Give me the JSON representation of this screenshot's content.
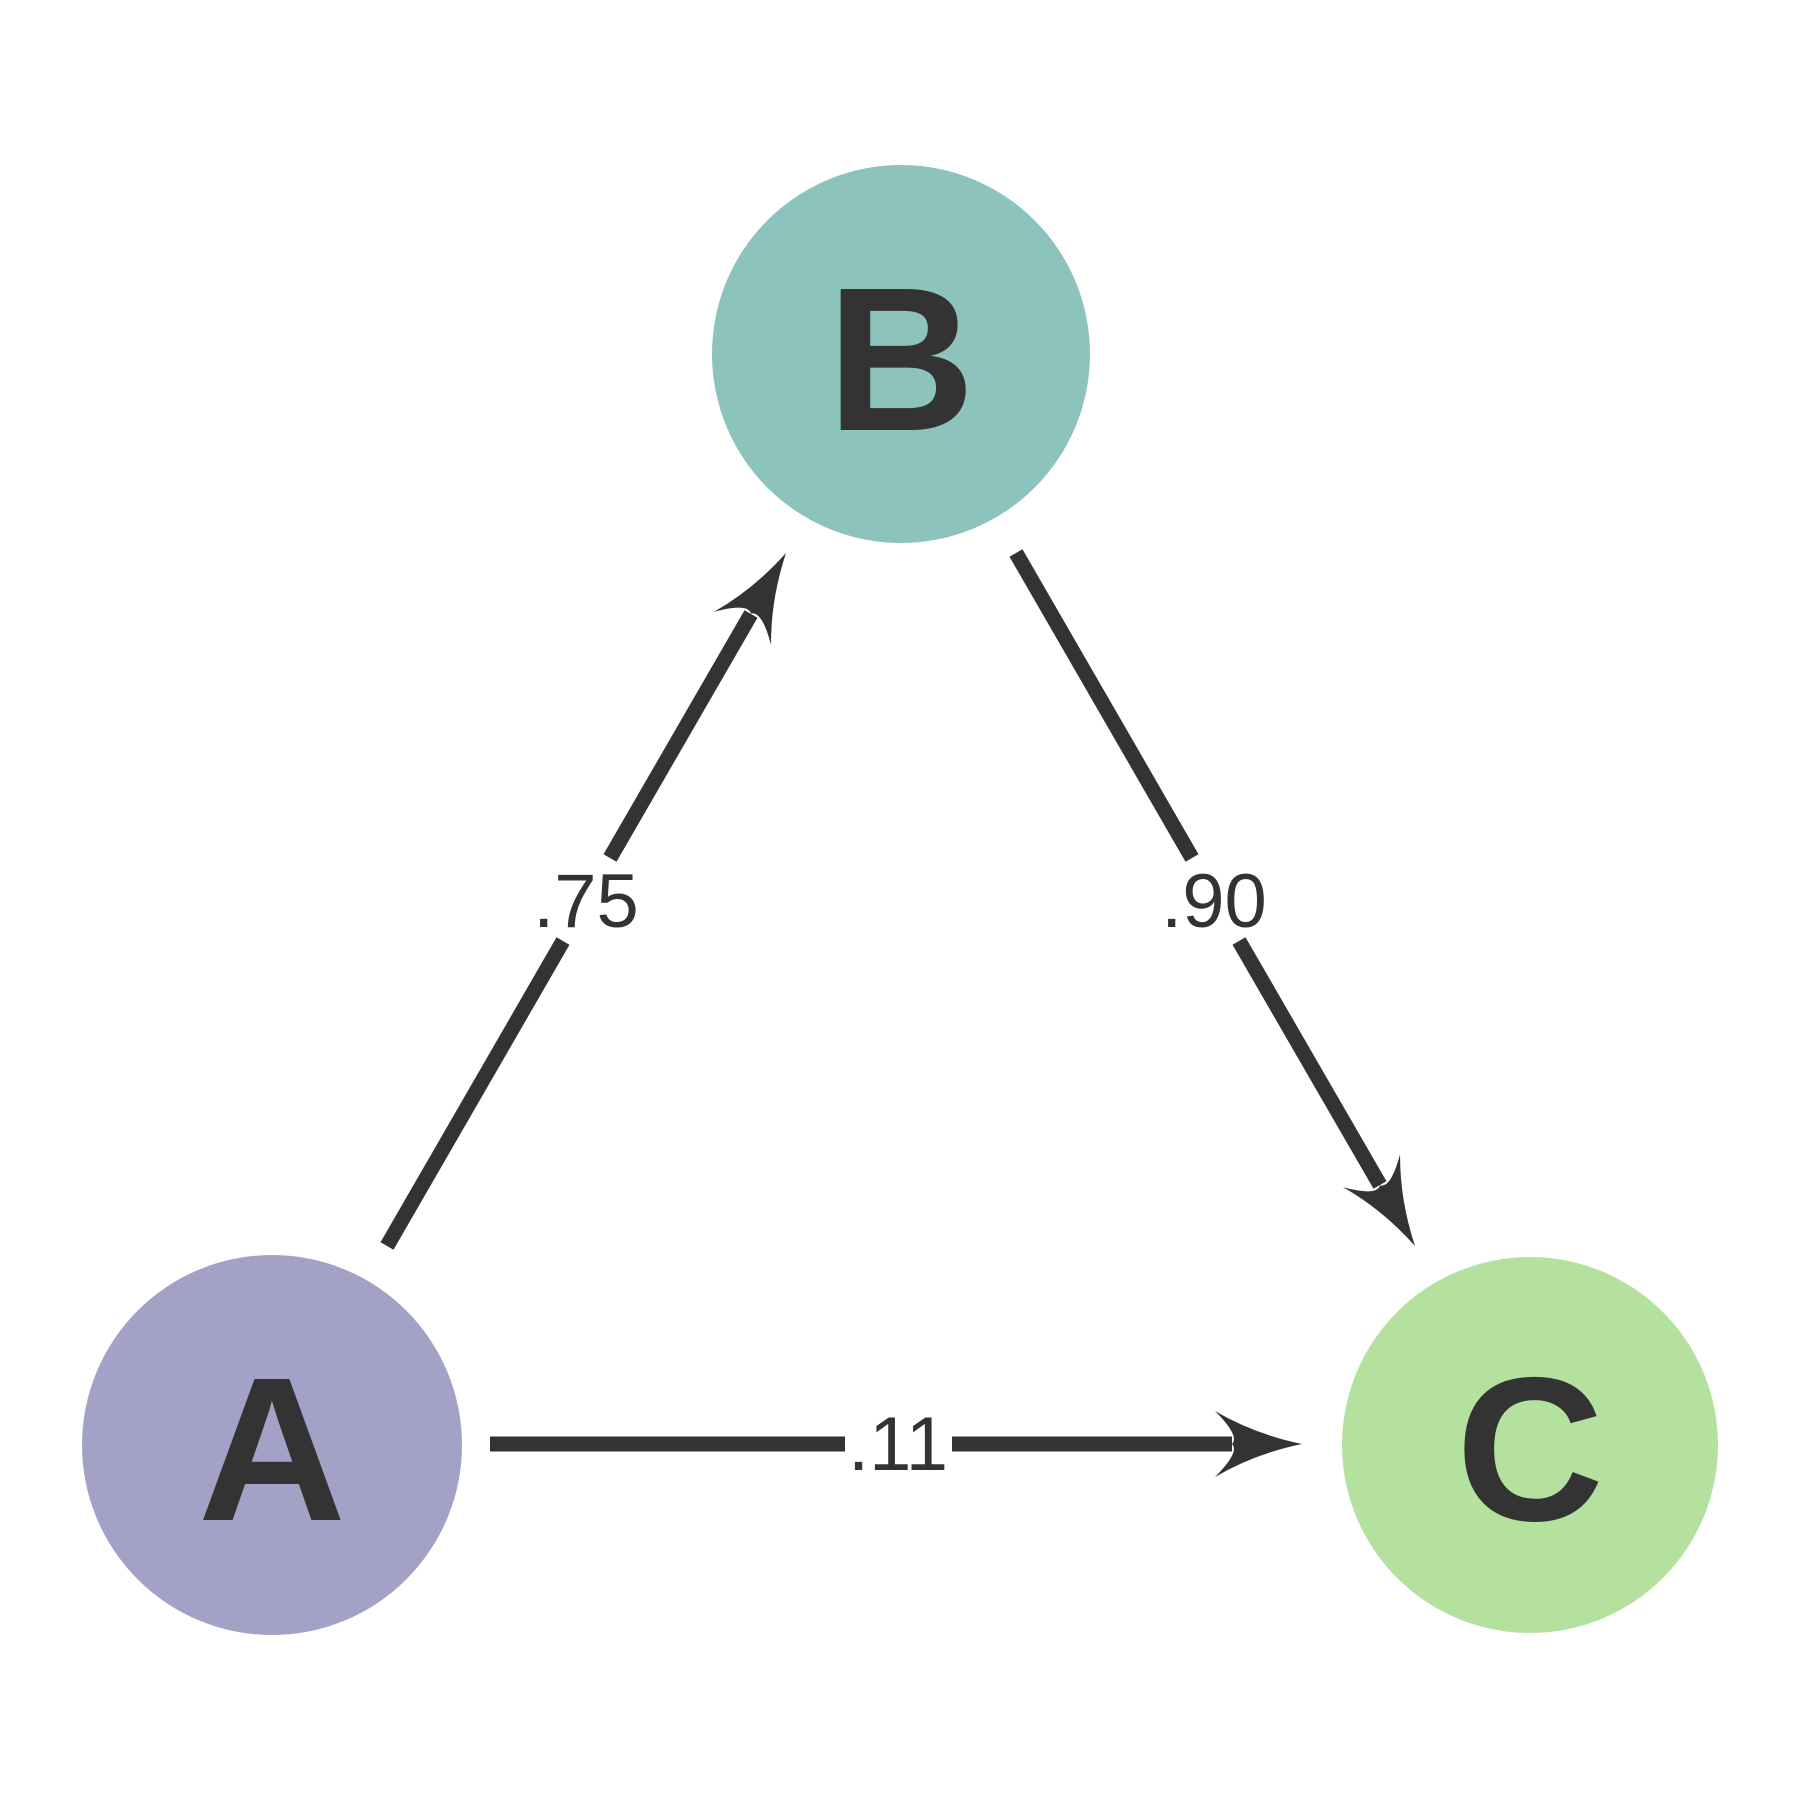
{
  "diagram": {
    "type": "directed-graph",
    "background_color": "#ffffff",
    "ink_color": "#333333",
    "nodes": [
      {
        "id": "A",
        "label": "A",
        "color": "#a4a1c6",
        "position": "bottom-left"
      },
      {
        "id": "B",
        "label": "B",
        "color": "#8cc3bd",
        "position": "top-center"
      },
      {
        "id": "C",
        "label": "C",
        "color": "#b4e19e",
        "position": "bottom-right"
      }
    ],
    "edges": [
      {
        "from": "A",
        "to": "B",
        "label": ".75"
      },
      {
        "from": "B",
        "to": "C",
        "label": ".90"
      },
      {
        "from": "A",
        "to": "C",
        "label": ".11"
      }
    ]
  }
}
